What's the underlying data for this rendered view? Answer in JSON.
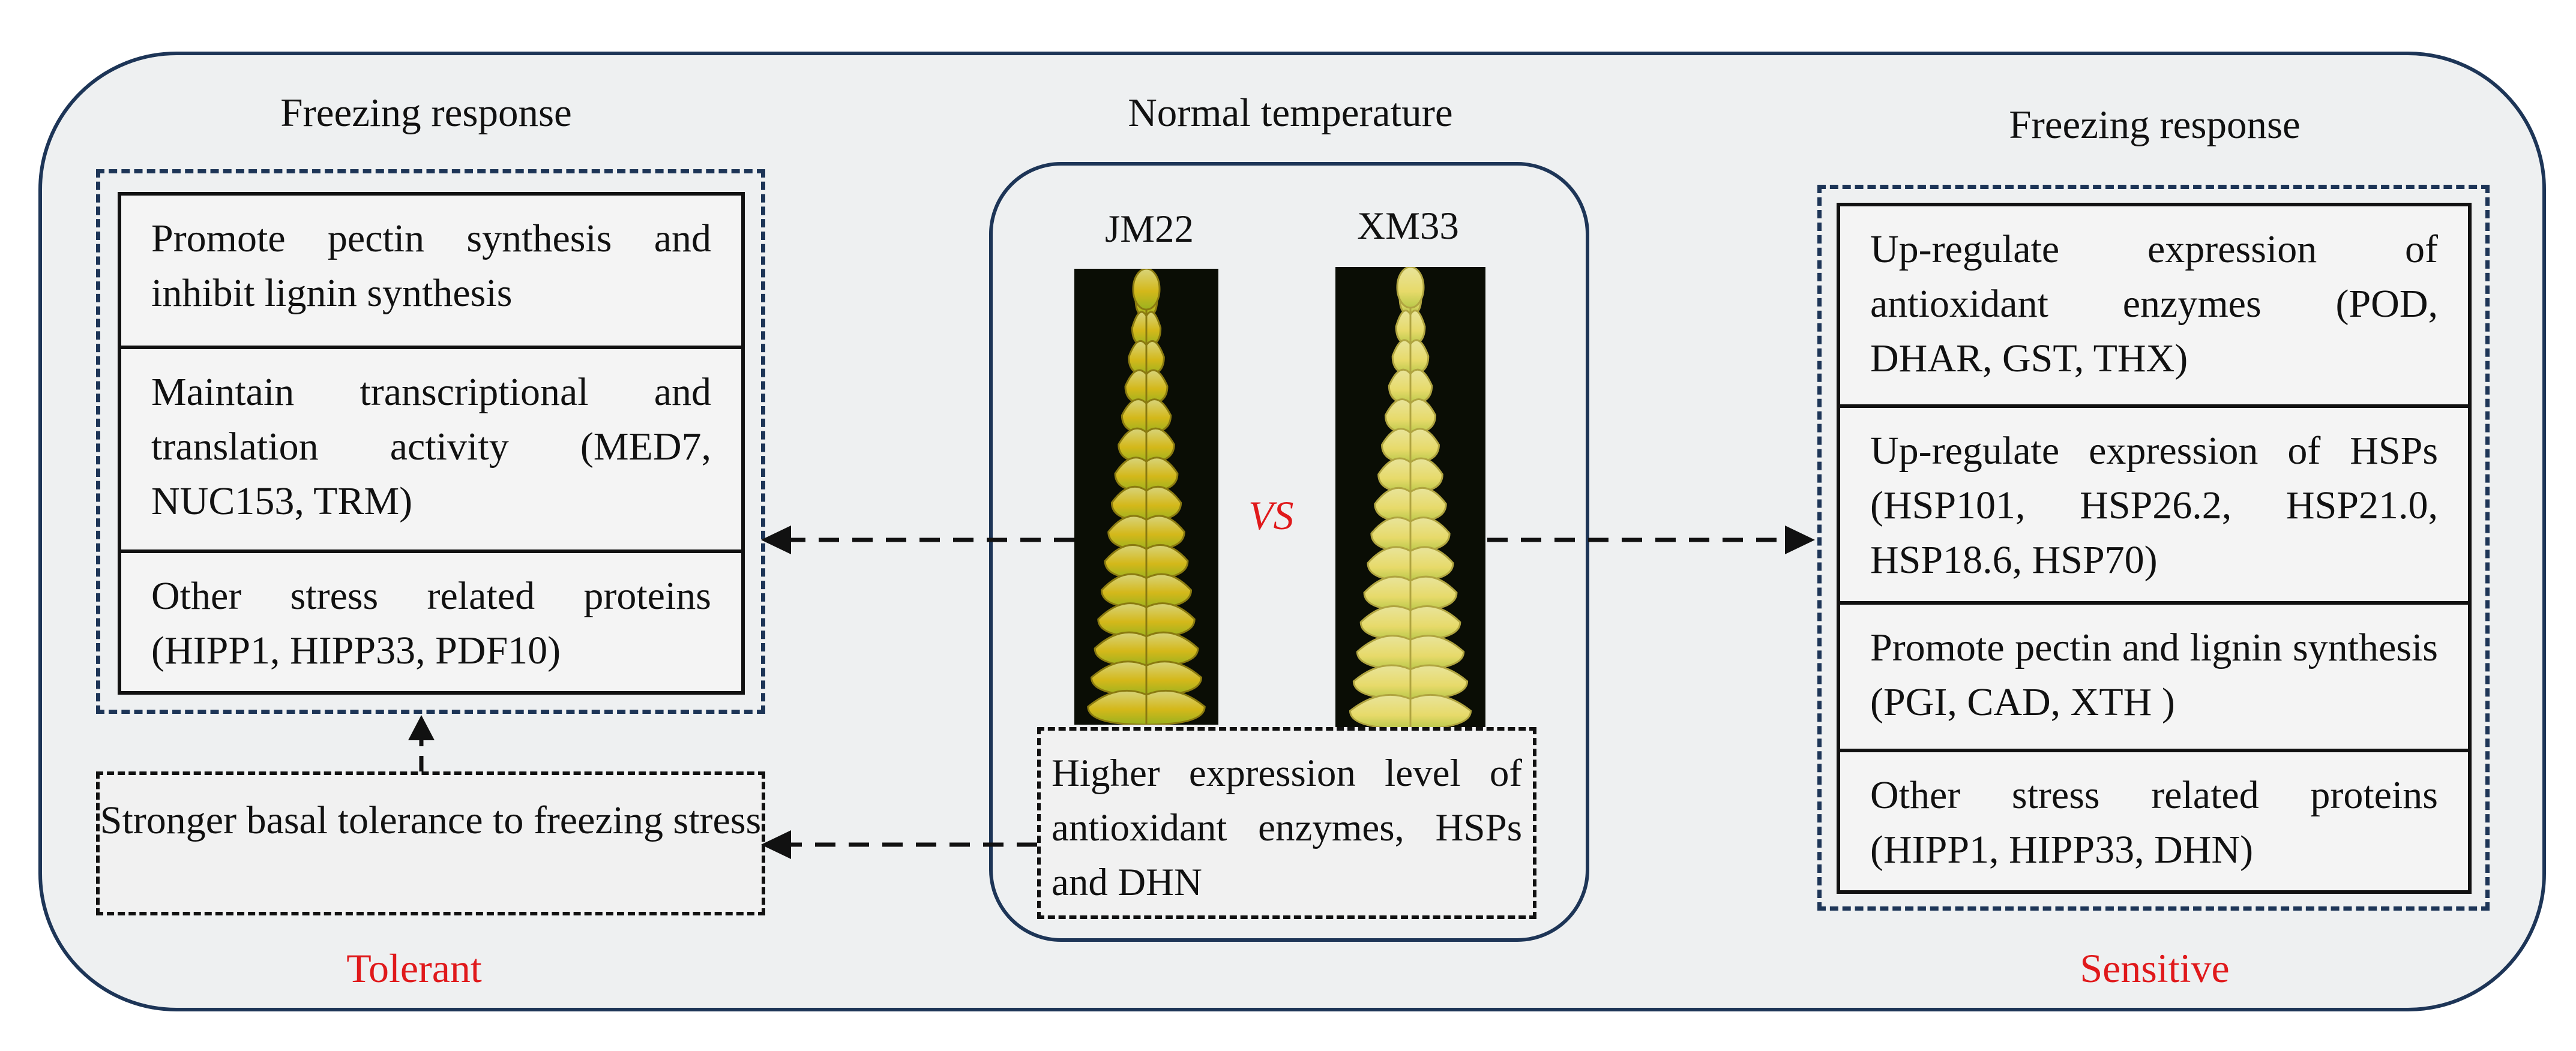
{
  "center": {
    "title": "Normal temperature",
    "left_sample": "JM22",
    "right_sample": "XM33",
    "vs": "VS",
    "note": "Higher expression level of antioxidant enzymes, HSPs and DHN"
  },
  "left": {
    "title": "Freezing response",
    "items": [
      "Promote pectin synthesis and inhibit lignin synthesis",
      "Maintain transcriptional and translation activity (MED7, NUC153, TRM)",
      "Other stress related proteins (HIPP1, HIPP33, PDF10)"
    ],
    "basal": "Stronger basal tolerance to freezing stress",
    "status": "Tolerant"
  },
  "right": {
    "title": "Freezing response",
    "items": [
      "Up-regulate expression of antioxidant enzymes (POD, DHAR, GST, THX)",
      "Up-regulate expression of HSPs (HSP101, HSP26.2, HSP21.0, HSP18.6, HSP70)",
      "Promote pectin and lignin synthesis (PGI, CAD, XTH )",
      "Other stress related proteins (HIPP1, HIPP33, DHN)"
    ],
    "status": "Sensitive"
  },
  "colors": {
    "frame": "#1d3557",
    "status_red": "#e0191b",
    "background": "#eef0f1"
  }
}
